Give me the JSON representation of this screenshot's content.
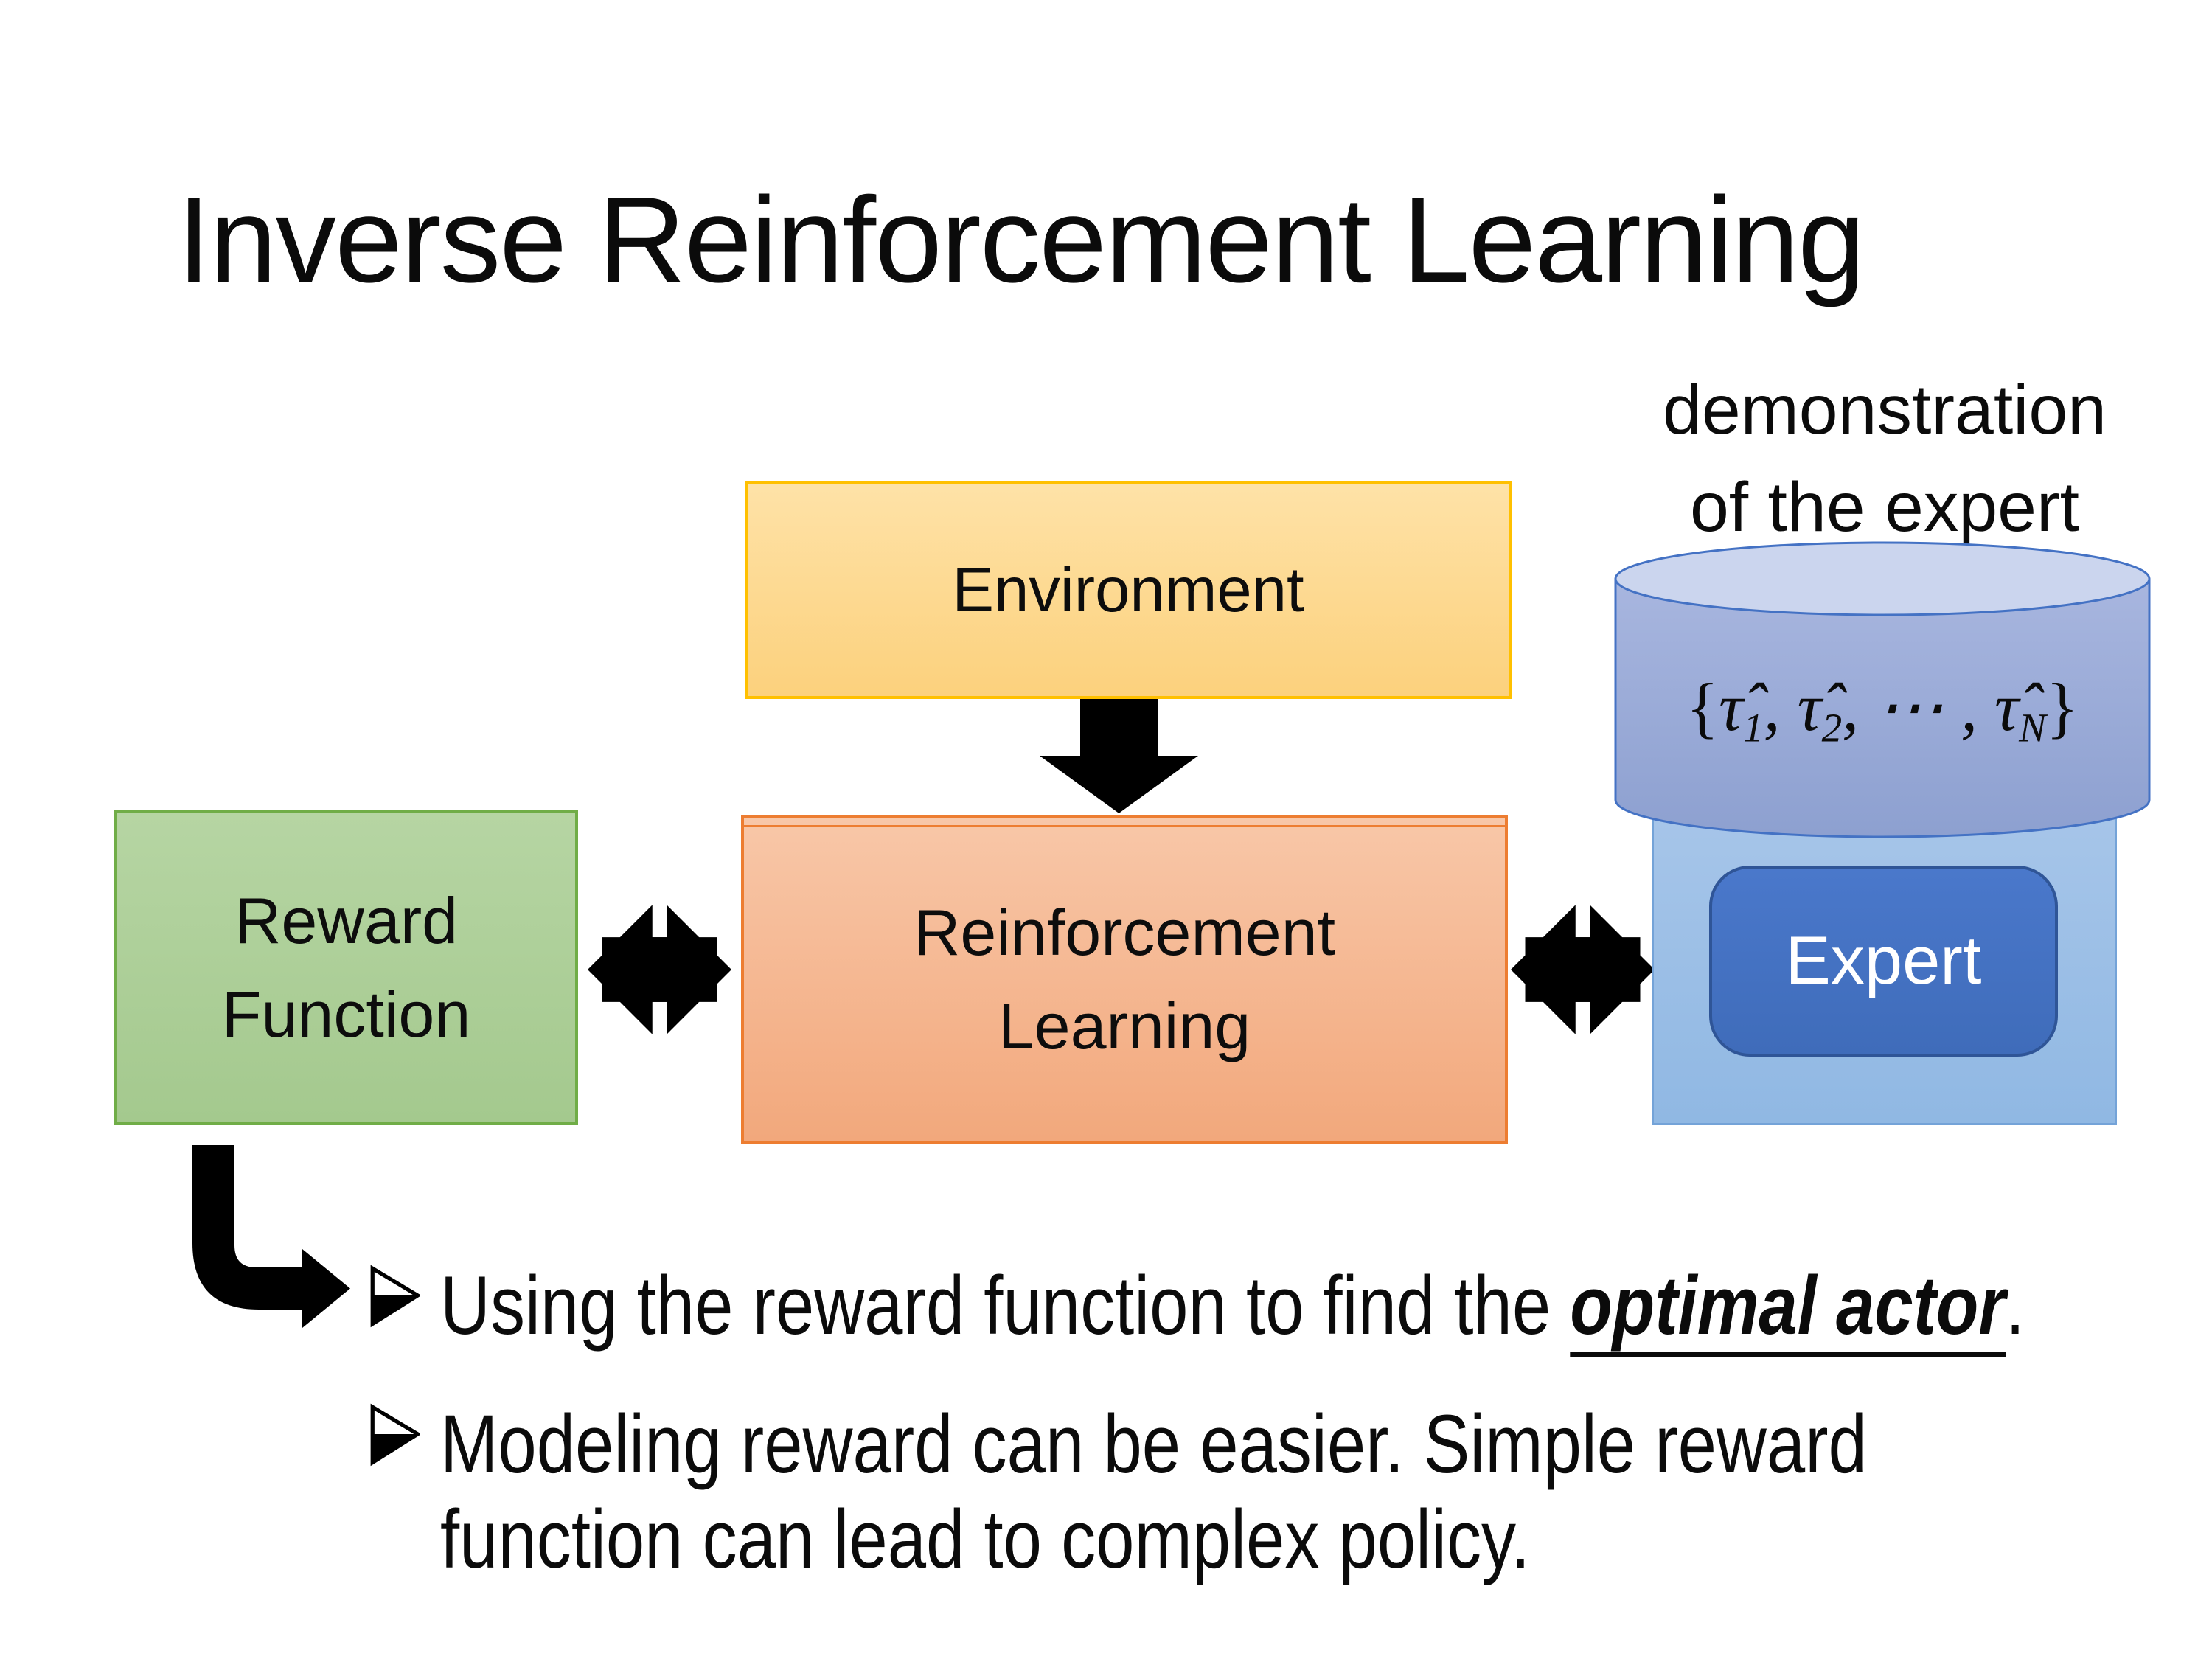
{
  "slide": {
    "title": "Inverse Reinforcement Learning"
  },
  "annotation": {
    "lines": [
      "demonstration",
      "of the expert"
    ]
  },
  "diagram": {
    "environment": {
      "label": "Environment"
    },
    "reward_function": {
      "lines": [
        "Reward",
        "Function"
      ]
    },
    "reinforcement_learning": {
      "lines": [
        "Reinforcement",
        "Learning"
      ]
    },
    "expert": {
      "label": "Expert"
    },
    "demonstration_store": {
      "formula_text": "{τ̂1, τ̂2, ⋯ , τ̂N}",
      "formula": {
        "open": "{",
        "close": "}",
        "items": [
          {
            "base": "τ̂",
            "sub": "1",
            "sep": ", "
          },
          {
            "base": "τ̂",
            "sub": "2",
            "sep": ", "
          },
          {
            "base": "⋯",
            "sub": "",
            "sep": " , "
          },
          {
            "base": "τ̂",
            "sub": "N",
            "sep": ""
          }
        ]
      }
    },
    "icons": {
      "down_arrow": "black-down-block-arrow",
      "left_right_arrow": "black-double-headed-arrow",
      "bent_arrow": "black-bent-right-arrow"
    },
    "colors": {
      "environment_fill": "#fcd17d",
      "environment_border": "#ffc000",
      "rl_fill": "#f5b892",
      "rl_border": "#ed7d31",
      "reward_fill": "#aecf99",
      "reward_border": "#70ad47",
      "panel_fill": "#9bbde6",
      "panel_border": "#74a3d8",
      "expert_fill": "#4472c4",
      "expert_border": "#2f5597",
      "cylinder_fill": "#9aabd6",
      "cylinder_top_fill": "#cbd5ee",
      "cylinder_border": "#4472c4",
      "arrow_fill": "#000000",
      "text": "#0b0b0b"
    }
  },
  "bullets": {
    "marker_glyph": "➢",
    "items": [
      {
        "lines": [
          [
            {
              "text": "Using the reward function to find the ",
              "emphasis": false
            },
            {
              "text": "optimal actor",
              "emphasis": true
            },
            {
              "text": ".",
              "emphasis": false
            }
          ]
        ]
      },
      {
        "lines": [
          [
            {
              "text": "Modeling reward can be easier. Simple reward",
              "emphasis": false
            }
          ],
          [
            {
              "text": "function can lead to complex policy.",
              "emphasis": false
            }
          ]
        ]
      }
    ]
  }
}
